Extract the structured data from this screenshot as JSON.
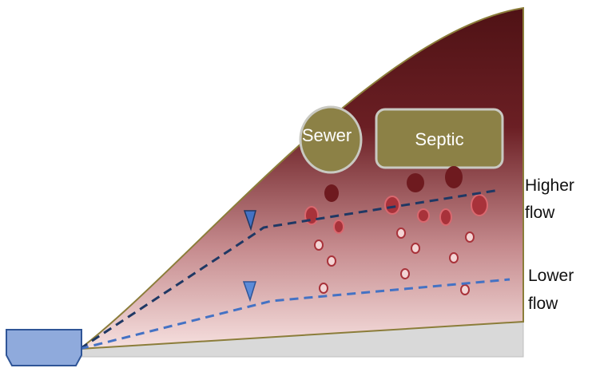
{
  "labels": {
    "sewer": "Sewer",
    "septic": "Septic",
    "higher_flow_line1": "Higher",
    "higher_flow_line2": "flow",
    "lower_flow_line1": "Lower",
    "lower_flow_line2": "flow"
  },
  "colors": {
    "soil_top": "#5e1a1e",
    "soil_bottom": "#f4d9d8",
    "soil_outline": "#8b7d3a",
    "sewer_septic_fill": "#8c8146",
    "sewer_septic_stroke": "#b7b7b0",
    "higher_water_table": "#1f3864",
    "lower_water_table": "#4472c4",
    "stream_fill": "#8faadc",
    "stream_stroke": "#2f5597",
    "bedrock": "#d9d9d9",
    "dark_plume": "#6e1a1f",
    "medium_plume": "#a8323a",
    "light_plume": "#f3d5d5"
  },
  "icons": {
    "water_table_marker": "inverted-triangle-icon"
  }
}
